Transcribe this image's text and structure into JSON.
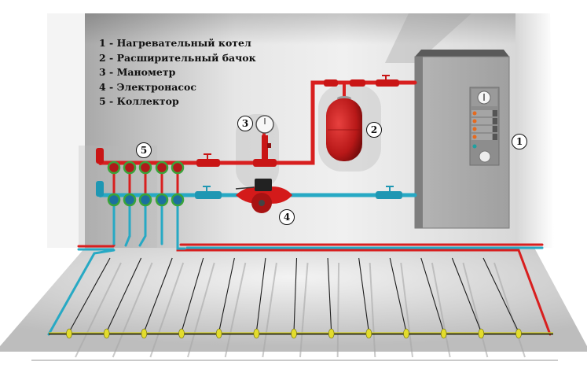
{
  "diagram": {
    "title": "Underfloor water heating scheme with electric boiler",
    "legend": [
      {
        "num": "1",
        "text": "1 - Нагревательный котел"
      },
      {
        "num": "2",
        "text": "2 - Расширительный бачок"
      },
      {
        "num": "3",
        "text": "3 - Манометр"
      },
      {
        "num": "4",
        "text": "4 - Электронасос"
      },
      {
        "num": "5",
        "text": "5 - Коллектор"
      }
    ],
    "callouts": {
      "boiler": "1",
      "expansion_tank": "2",
      "manometer": "3",
      "pump": "4",
      "collector": "5"
    },
    "colors": {
      "supply_pipe": "#d81f1f",
      "return_pipe": "#27a9c4",
      "floor_manifold": "#d8d230",
      "boiler_body": "#a3a3a3",
      "wall": "#d9d9d9",
      "floor": "#cfcfcf",
      "collector_valves": "#3aa43a"
    },
    "floor_loops_count": 13
  }
}
